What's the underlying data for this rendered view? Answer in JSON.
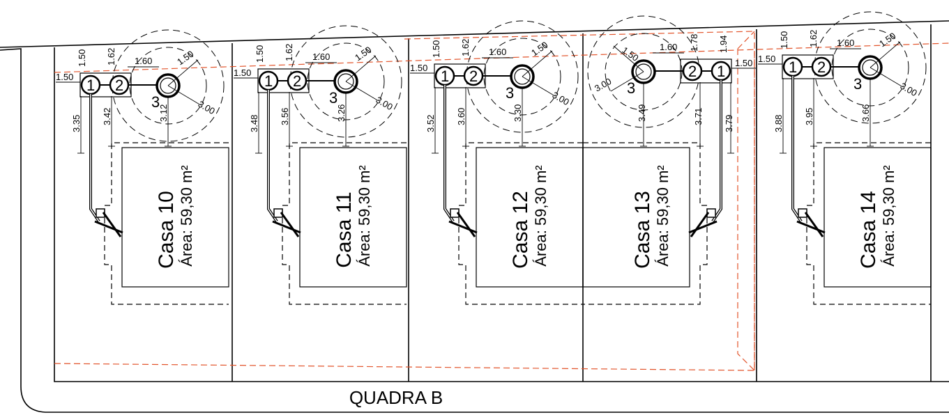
{
  "block_label": "QUADRA B",
  "houses": [
    {
      "name": "Casa 10",
      "area": "Área: 59,30 m²",
      "dims": [
        "1.50",
        "1.50",
        "1.62",
        "1.60",
        "1.50",
        "3.00",
        "3.35",
        "3.42",
        "3.12"
      ],
      "markers": [
        "1",
        "2",
        "3"
      ]
    },
    {
      "name": "Casa 11",
      "area": "Área: 59,30 m²",
      "dims": [
        "1.50",
        "1.50",
        "1.62",
        "1.60",
        "1.50",
        "3.00",
        "3.48",
        "3.56",
        "3.26"
      ],
      "markers": [
        "1",
        "2",
        "3"
      ]
    },
    {
      "name": "Casa 12",
      "area": "Área: 59,30 m²",
      "dims": [
        "1.50",
        "1.50",
        "1.62",
        "1.60",
        "1.50",
        "3.00",
        "3.52",
        "3.60",
        "3.30"
      ],
      "markers": [
        "1",
        "2",
        "3"
      ]
    },
    {
      "name": "Casa 13",
      "area": "Área: 59,30 m²",
      "dims": [
        "1.50",
        "1.94",
        "1.78",
        "1.60",
        "1.50",
        "3.00",
        "3.79",
        "3.71",
        "3.49"
      ],
      "markers": [
        "1",
        "2",
        "3"
      ]
    },
    {
      "name": "Casa 14",
      "area": "Área: 59,30 m²",
      "dims": [
        "1.50",
        "1.50",
        "1.62",
        "1.60",
        "1.50",
        "3.00",
        "3.88",
        "3.95",
        "3.66"
      ],
      "markers": [
        "1",
        "2",
        "3"
      ]
    }
  ],
  "colors": {
    "line": "#000000",
    "setback": "#e2532a",
    "background": "#ffffff"
  }
}
